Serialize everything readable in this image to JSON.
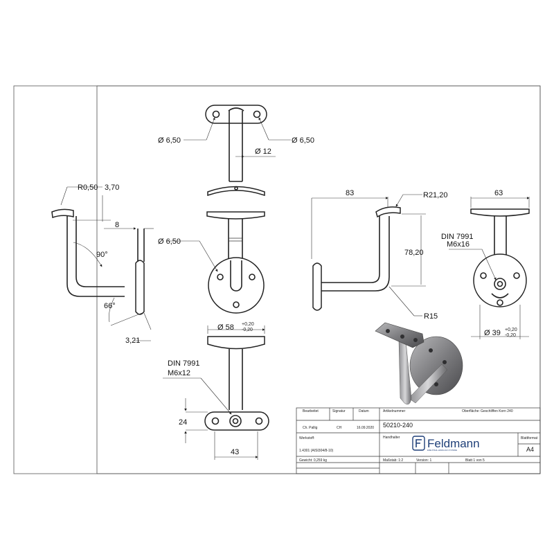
{
  "dimensions": {
    "top_hole_left": "Ø 6,50",
    "top_hole_right": "Ø 6,50",
    "tube_dia": "Ø 12",
    "side_r050": "R0,50",
    "side_370": "3,70",
    "side_8": "8",
    "side_90": "90°",
    "side_66": "66°",
    "side_321": "3,21",
    "front_hole": "Ø 6,50",
    "base_dia": "Ø 58",
    "base_tol_plus": "+0,20",
    "base_tol_minus": "-0,20",
    "din_front_1": "DIN 7991",
    "din_front_2": "M6x12",
    "bottom_24": "24",
    "bottom_43": "43",
    "right_83": "83",
    "right_r2120": "R21,20",
    "right_7820": "78,20",
    "right_r15": "R15",
    "far_63": "63",
    "din_right_1": "DIN 7991",
    "din_right_2": "M6x16",
    "far_39": "Ø 39",
    "far_tol_plus": "+0,20",
    "far_tol_minus": "-0,20"
  },
  "title_block": {
    "h_bearbeitet": "Bearbeitet",
    "h_signatur": "Signatur",
    "h_datum": "Datum",
    "v_name": "Ch. Pallig",
    "v_sig": "CH",
    "v_date": "16.09.2020",
    "h_artikelnummer": "Artikelnummer",
    "v_artikelnummer": "50210-240",
    "h_oberflaeche": "Oberfläche:",
    "v_oberflaeche": "Geschliffen Korn 240",
    "h_werkstoff": "Werkstoff:",
    "v_werkstoff": "1.4301 (AISI304/8-10)",
    "h_handhalter": "Handhalter",
    "brand": "Feldmann",
    "brand_sub": "EDELSTAHL-HANDLAUF-SYSTEME",
    "h_blattformat": "Blattformat",
    "v_blattformat": "A4",
    "gewicht": "Gewicht: 0,259 kg",
    "massstab": "Maßstab: 1:2",
    "version": "Version: 1",
    "blatt": "Blatt 1 von 5"
  }
}
